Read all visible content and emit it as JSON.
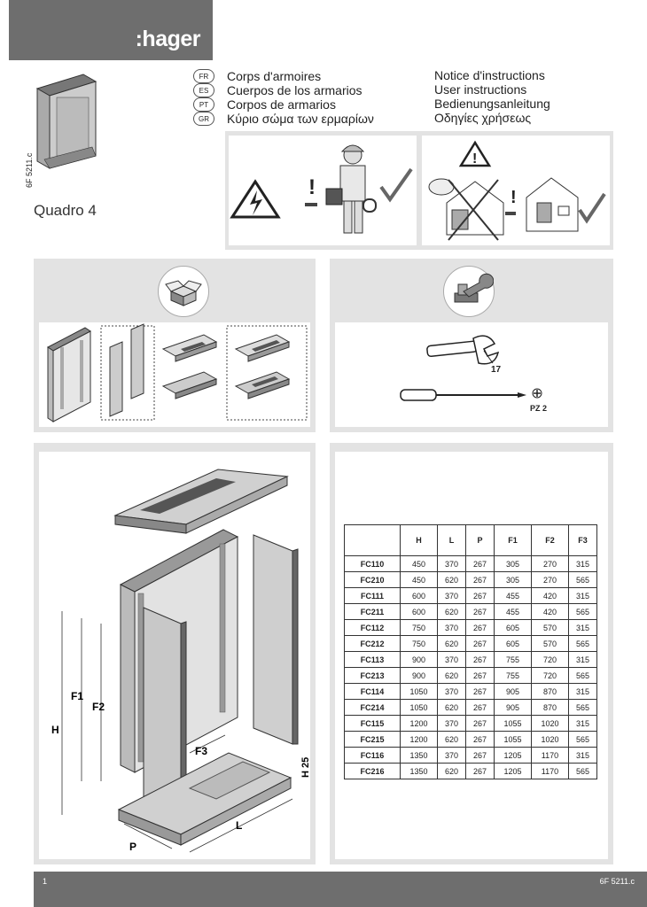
{
  "header": {
    "logo_text": ":hager"
  },
  "doc_ref_vertical": "6F 5211.c",
  "product_name": "Quadro 4",
  "languages": [
    {
      "code": "FR",
      "title": "Corps d'armoires",
      "instructions": "Notice d'instructions"
    },
    {
      "code": "ES",
      "title": "Cuerpos de los armarios",
      "instructions": "User instructions"
    },
    {
      "code": "PT",
      "title": "Corpos de armarios",
      "instructions": "Bedienungsanleitung"
    },
    {
      "code": "GR",
      "title": "Κύριο σώμα των ερμαρίων",
      "instructions": "Οδηγίες χρήσεως"
    }
  ],
  "tools": {
    "wrench_size": "17",
    "screwdriver": "PZ 2"
  },
  "diagram_labels": {
    "H": "H",
    "F1": "F1",
    "F2": "F2",
    "F3": "F3",
    "H25": "H 25",
    "L": "L",
    "P": "P"
  },
  "table": {
    "headers": [
      "",
      "H",
      "L",
      "P",
      "F1",
      "F2",
      "F3"
    ],
    "rows": [
      [
        "FC110",
        "450",
        "370",
        "267",
        "305",
        "270",
        "315"
      ],
      [
        "FC210",
        "450",
        "620",
        "267",
        "305",
        "270",
        "565"
      ],
      [
        "FC111",
        "600",
        "370",
        "267",
        "455",
        "420",
        "315"
      ],
      [
        "FC211",
        "600",
        "620",
        "267",
        "455",
        "420",
        "565"
      ],
      [
        "FC112",
        "750",
        "370",
        "267",
        "605",
        "570",
        "315"
      ],
      [
        "FC212",
        "750",
        "620",
        "267",
        "605",
        "570",
        "565"
      ],
      [
        "FC113",
        "900",
        "370",
        "267",
        "755",
        "720",
        "315"
      ],
      [
        "FC213",
        "900",
        "620",
        "267",
        "755",
        "720",
        "565"
      ],
      [
        "FC114",
        "1050",
        "370",
        "267",
        "905",
        "870",
        "315"
      ],
      [
        "FC214",
        "1050",
        "620",
        "267",
        "905",
        "870",
        "565"
      ],
      [
        "FC115",
        "1200",
        "370",
        "267",
        "1055",
        "1020",
        "315"
      ],
      [
        "FC215",
        "1200",
        "620",
        "267",
        "1055",
        "1020",
        "565"
      ],
      [
        "FC116",
        "1350",
        "370",
        "267",
        "1205",
        "1170",
        "315"
      ],
      [
        "FC216",
        "1350",
        "620",
        "267",
        "1205",
        "1170",
        "565"
      ]
    ]
  },
  "footer": {
    "page": "1",
    "ref": "6F 5211.c"
  }
}
